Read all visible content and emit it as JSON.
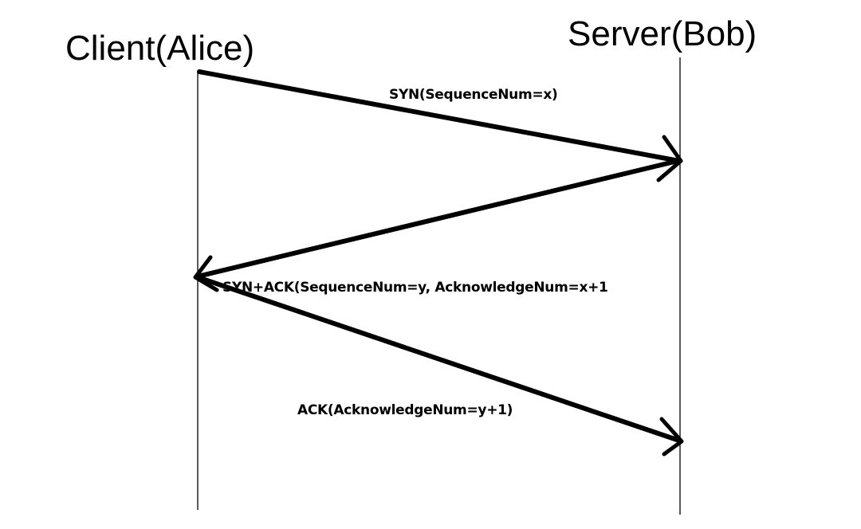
{
  "participants": {
    "client": {
      "label": "Client(Alice)"
    },
    "server": {
      "label": "Server(Bob)"
    }
  },
  "messages": [
    {
      "from": "client",
      "to": "server",
      "label": "SYN(SequenceNum=x)"
    },
    {
      "from": "server",
      "to": "client",
      "label": "SYN+ACK(SequenceNum=y, AcknowledgeNum=x+1"
    },
    {
      "from": "client",
      "to": "server",
      "label": "ACK(AcknowledgeNum=y+1)"
    }
  ],
  "colors": {
    "ink": "#000000",
    "background": "#ffffff"
  }
}
